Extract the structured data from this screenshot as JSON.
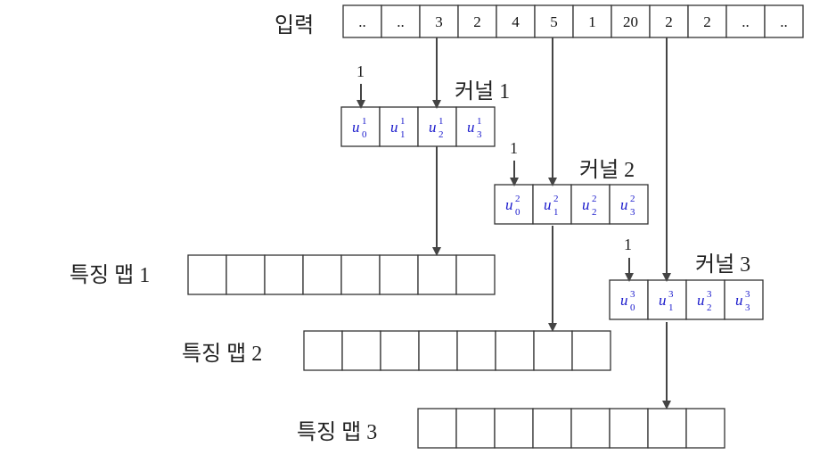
{
  "input_label": "입력",
  "input_values": [
    "..",
    "..",
    "3",
    "2",
    "4",
    "5",
    "1",
    "20",
    "2",
    "2",
    "..",
    ".."
  ],
  "kernels": [
    {
      "label": "커널 1",
      "bias_label": "1",
      "weights": [
        {
          "base": "u",
          "sub": "0",
          "sup": "1"
        },
        {
          "base": "u",
          "sub": "1",
          "sup": "1"
        },
        {
          "base": "u",
          "sub": "2",
          "sup": "1"
        },
        {
          "base": "u",
          "sub": "3",
          "sup": "1"
        }
      ]
    },
    {
      "label": "커널 2",
      "bias_label": "1",
      "weights": [
        {
          "base": "u",
          "sub": "0",
          "sup": "2"
        },
        {
          "base": "u",
          "sub": "1",
          "sup": "2"
        },
        {
          "base": "u",
          "sub": "2",
          "sup": "2"
        },
        {
          "base": "u",
          "sub": "3",
          "sup": "2"
        }
      ]
    },
    {
      "label": "커널 3",
      "bias_label": "1",
      "weights": [
        {
          "base": "u",
          "sub": "0",
          "sup": "3"
        },
        {
          "base": "u",
          "sub": "1",
          "sup": "3"
        },
        {
          "base": "u",
          "sub": "2",
          "sup": "3"
        },
        {
          "base": "u",
          "sub": "3",
          "sup": "3"
        }
      ]
    }
  ],
  "feature_maps": [
    {
      "label": "특징 맵 1",
      "cell_count": 8
    },
    {
      "label": "특징 맵 2",
      "cell_count": 8
    },
    {
      "label": "특징 맵 3",
      "cell_count": 8
    }
  ],
  "colors": {
    "weight_text": "#1a1acc",
    "line": "#333333",
    "arrow": "#444444"
  }
}
